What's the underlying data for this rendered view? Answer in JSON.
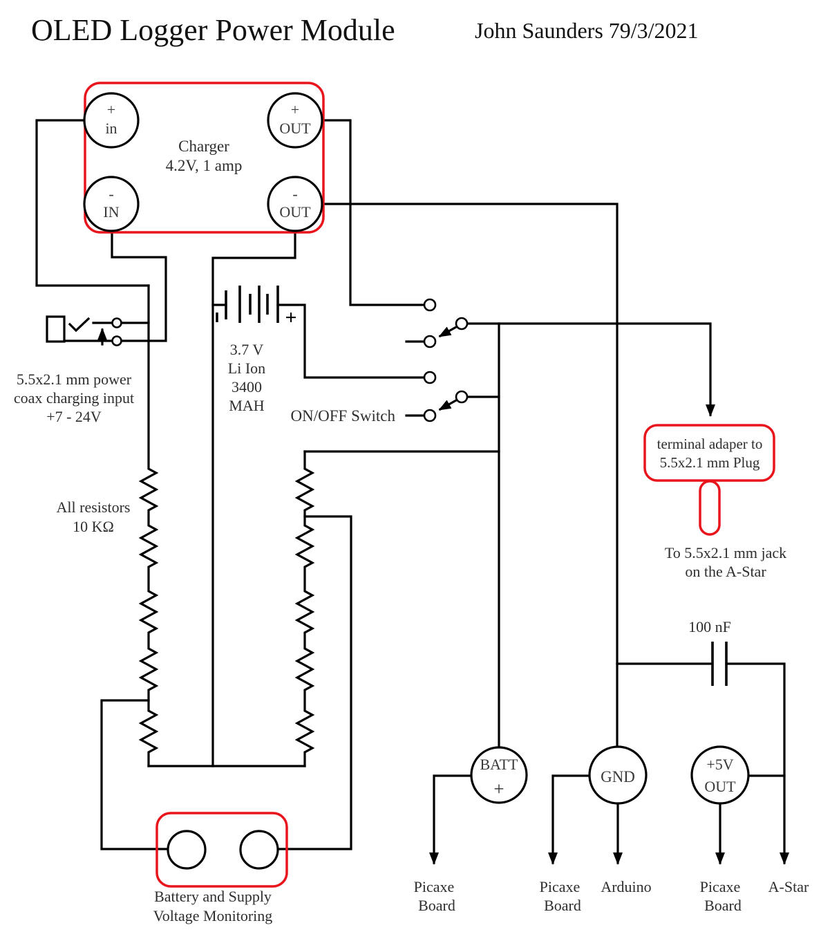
{
  "header": {
    "title": "OLED Logger Power Module",
    "author": "John Saunders 79/3/2021"
  },
  "charger": {
    "name_line1": "Charger",
    "name_line2": "4.2V, 1 amp",
    "pos_in": {
      "sign": "+",
      "label": "in"
    },
    "pos_out": {
      "sign": "+",
      "label": "OUT"
    },
    "neg_in": {
      "sign": "-",
      "label": "IN"
    },
    "neg_out": {
      "sign": "-",
      "label": "OUT"
    }
  },
  "coax_input": {
    "line1": "5.5x2.1 mm power",
    "line2": "coax charging input",
    "line3": "+7 - 24V"
  },
  "battery": {
    "plus_sign": "+",
    "line1": "3.7 V",
    "line2": "Li Ion",
    "line3": "3400",
    "line4": "MAH"
  },
  "switch": {
    "label": "ON/OFF Switch"
  },
  "resistor_note": {
    "line1": "All resistors",
    "line2": "10 KΩ"
  },
  "adapter": {
    "line1": "terminal adaper to",
    "line2": "5.5x2.1 mm Plug"
  },
  "adapter_note": {
    "line1": "To 5.5x2.1 mm jack",
    "line2": "on the A-Star"
  },
  "capacitor": {
    "label": "100 nF"
  },
  "monitor": {
    "line1": "Battery and Supply",
    "line2": "Voltage Monitoring"
  },
  "pads": {
    "batt": {
      "line1": "BATT",
      "line2": "+"
    },
    "gnd": {
      "line1": "GND"
    },
    "v5": {
      "line1": "+5V",
      "line2": "OUT"
    }
  },
  "destinations": [
    {
      "line1": "Picaxe",
      "line2": "Board"
    },
    {
      "line1": "Picaxe",
      "line2": "Board"
    },
    {
      "line1": "Arduino",
      "line2": ""
    },
    {
      "line1": "Picaxe",
      "line2": "Board"
    },
    {
      "line1": "A-Star",
      "line2": ""
    }
  ],
  "colors": {
    "wire": "#000000",
    "highlight": "#e8151c",
    "text": "#2e2e2e"
  }
}
